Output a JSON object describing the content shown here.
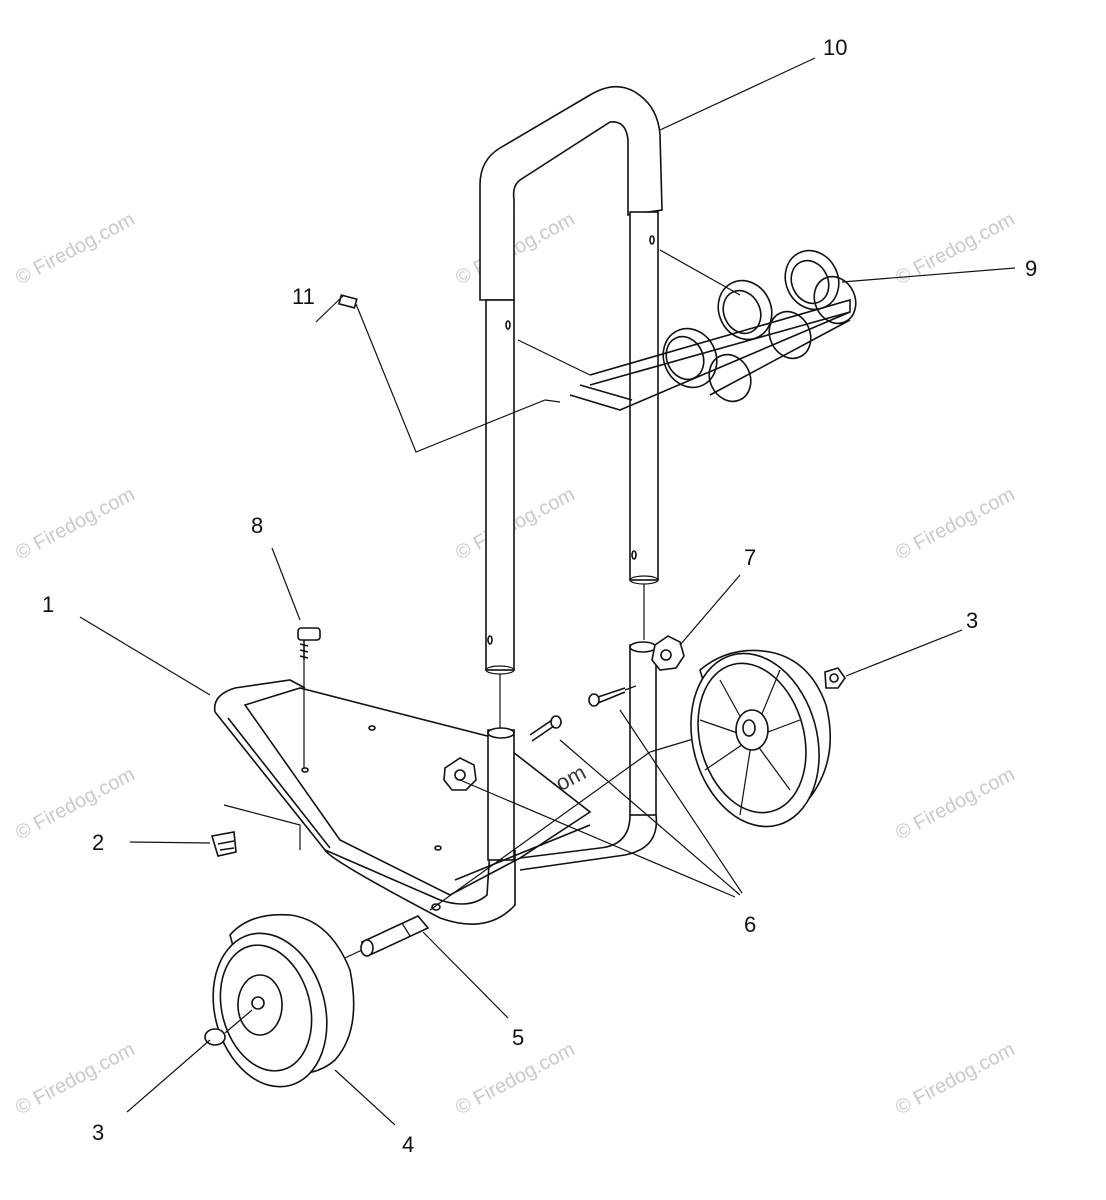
{
  "callouts": {
    "c1": "1",
    "c2": "2",
    "c3a": "3",
    "c3b": "3",
    "c4": "4",
    "c5": "5",
    "c6": "6",
    "c7": "7",
    "c8": "8",
    "c9": "9",
    "c10": "10",
    "c11": "11"
  },
  "watermark": {
    "text": "© Firedog.com"
  }
}
